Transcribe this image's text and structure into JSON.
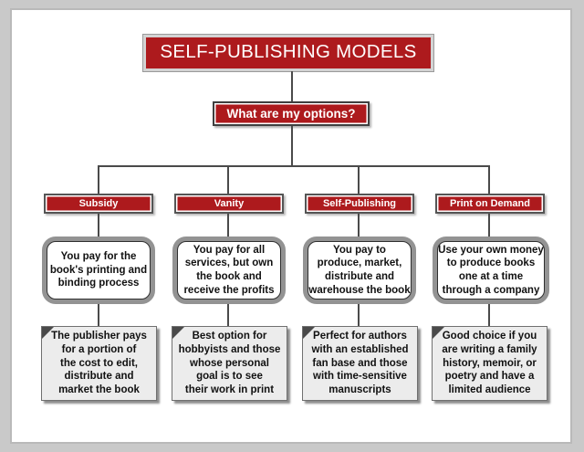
{
  "theme": {
    "accent_red": "#ad1a1d",
    "line_color": "#4a4a4a",
    "note_fill": "#ececec",
    "page_background": "#c9c9c9",
    "panel_background": "#ffffff"
  },
  "title": "SELF-PUBLISHING MODELS",
  "question": "What are my options?",
  "columns": [
    {
      "category": "Subsidy",
      "description": "You pay for the\nbook's printing and\nbinding process",
      "note": "The publisher pays\nfor a portion of\nthe cost to edit,\ndistribute and\nmarket the book"
    },
    {
      "category": "Vanity",
      "description": "You pay for all\nservices, but own\nthe book and\nreceive the profits",
      "note": "Best option for\nhobbyists and those\nwhose personal\ngoal is to see\ntheir work in print"
    },
    {
      "category": "Self-Publishing",
      "description": "You pay to\nproduce, market,\ndistribute and\nwarehouse the book",
      "note": "Perfect for authors\nwith an established\nfan base and those\nwith time-sensitive\nmanuscripts"
    },
    {
      "category": "Print on Demand",
      "description": "Use your own money\nto produce books\none at a time\nthrough a company",
      "note": "Good choice if you\nare writing a family\nhistory, memoir, or\npoetry and have a\nlimited audience"
    }
  ]
}
